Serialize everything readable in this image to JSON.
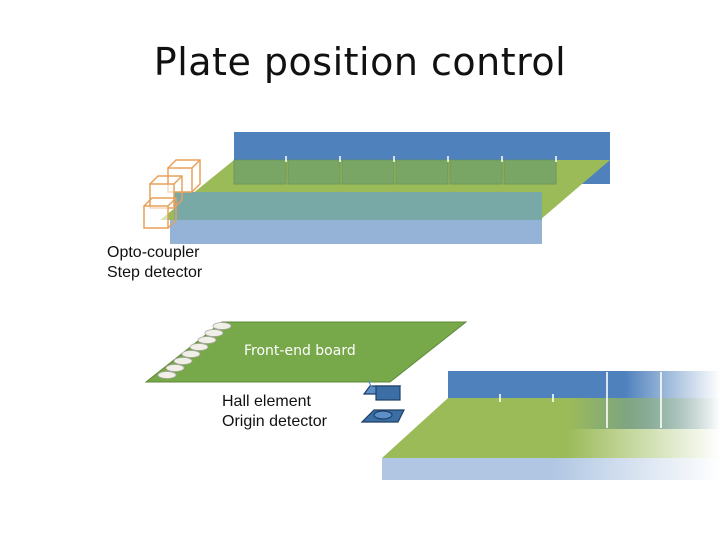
{
  "title": "Plate position control",
  "labels": {
    "opto_coupler": [
      "Opto-coupler",
      "Step detector"
    ],
    "front_end_board": "Front-end board",
    "hall_element": [
      "Hall element",
      "Origin detector"
    ]
  },
  "colors": {
    "plate_blue": "#4f81bd",
    "plate_green": "#9bbb59",
    "plate_light_blue": "#95b3d7",
    "board_green": "#77a84a",
    "coupler_outline": "#e8a05a",
    "hall_element": "#3a6ea5"
  }
}
